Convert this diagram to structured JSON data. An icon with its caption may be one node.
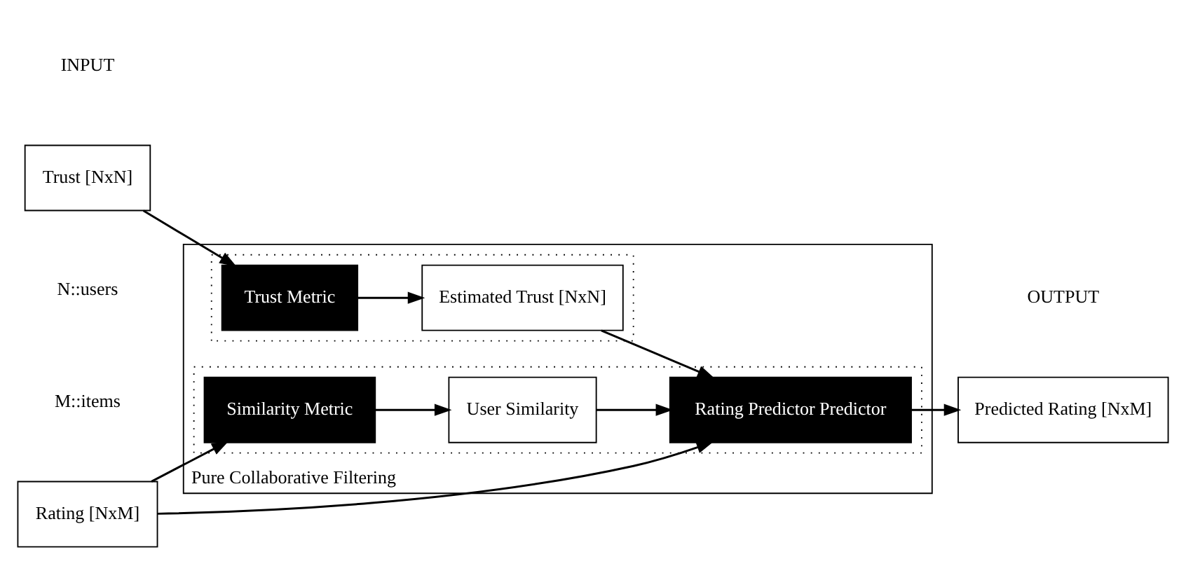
{
  "diagram": {
    "nodes": [
      {
        "text": [
          "Pure Collaborative Filtering"
        ]
      },
      {
        "text": [],
        "shape": "box",
        "in": 0
      },
      {
        "text": [
          "Trust Metric"
        ],
        "in": 1
      },
      {
        "text": [
          "Estimated Trust [NxN]"
        ],
        "in": 1
      },
      {
        "text": [],
        "shape": "box",
        "in": 0
      },
      {
        "text": [
          "Similarity Metric"
        ],
        "in": 4
      },
      {
        "text": [
          "User Similarity"
        ],
        "in": 4
      },
      {
        "text": [
          "Rating Predictor Predictor"
        ],
        "in": 4
      },
      {
        "text": [
          "Trust [NxN]"
        ]
      },
      {
        "text": [
          "Rating [NxM]"
        ]
      },
      {
        "text": [
          "Predicted Rating [NxM]"
        ]
      }
    ],
    "edges": [
      {
        "from": 8,
        "to": 2,
        "arrow": "to"
      },
      {
        "from": 2,
        "to": 3,
        "arrow": "to"
      },
      {
        "from": 3,
        "to": 7,
        "arrow": "to"
      },
      {
        "from": 9,
        "to": 5,
        "arrow": "to"
      },
      {
        "from": 5,
        "to": 6,
        "arrow": "to"
      },
      {
        "from": 6,
        "to": 7,
        "arrow": "to"
      },
      {
        "from": 7,
        "to": 10,
        "arrow": "to"
      },
      {
        "from": 9,
        "to": 7,
        "arrow": "to"
      }
    ],
    "labels": [
      "INPUT",
      "OUTPUT",
      "N::users",
      "M::items"
    ]
  }
}
